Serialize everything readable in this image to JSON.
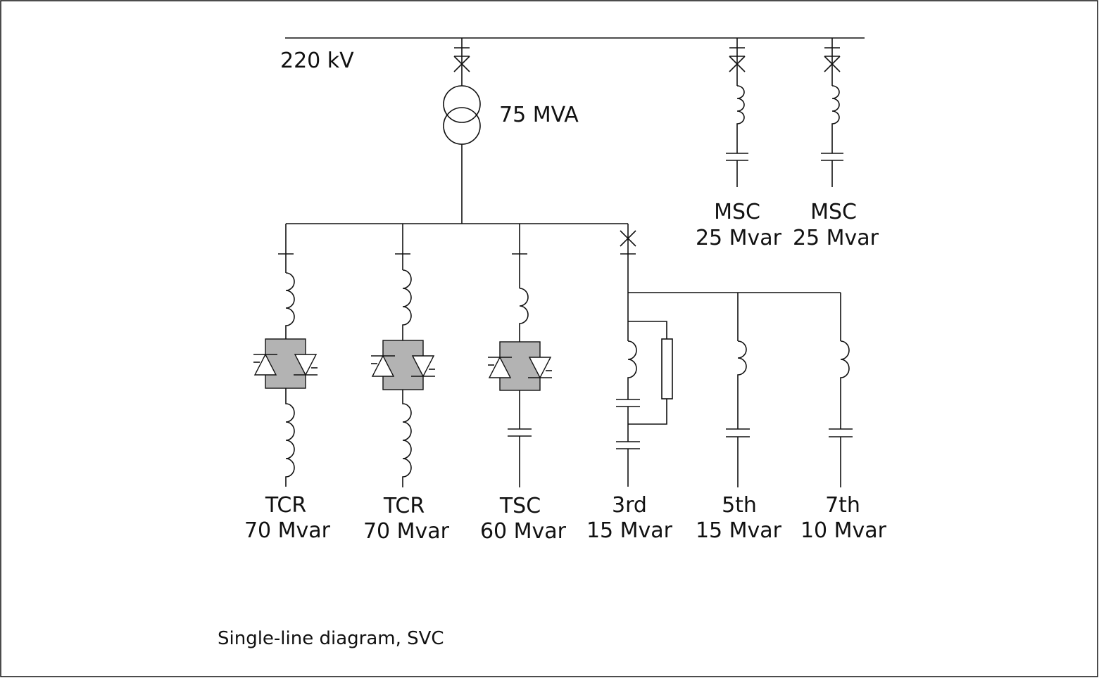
{
  "bus_label": "220 kV",
  "transformer_label": "75 MVA",
  "msc_branches": [
    {
      "name": "MSC",
      "rating": "25 Mvar"
    },
    {
      "name": "MSC",
      "rating": "25 Mvar"
    }
  ],
  "lower_branches": [
    {
      "name": "TCR",
      "rating": "70 Mvar"
    },
    {
      "name": "TCR",
      "rating": "70 Mvar"
    },
    {
      "name": "TSC",
      "rating": "60 Mvar"
    },
    {
      "name": "3rd",
      "rating": "15 Mvar"
    },
    {
      "name": "5th",
      "rating": "15 Mvar"
    },
    {
      "name": "7th",
      "rating": "10 Mvar"
    }
  ],
  "caption": "Single-line diagram, SVC"
}
